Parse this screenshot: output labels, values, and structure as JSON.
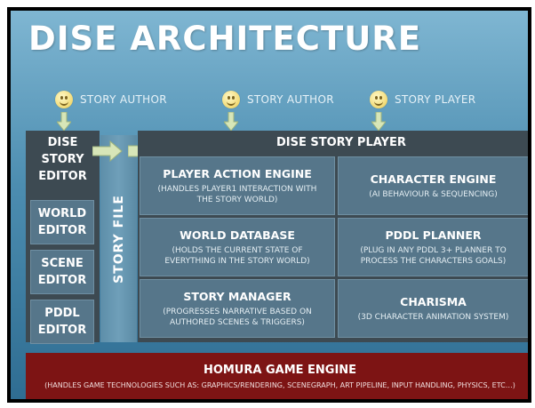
{
  "title": "DISE ARCHITECTURE",
  "actors": [
    {
      "label": "STORY AUTHOR",
      "icon": "smiley-face-icon"
    },
    {
      "label": "STORY AUTHOR",
      "icon": "smiley-face-icon"
    },
    {
      "label": "STORY PLAYER",
      "icon": "smiley-face-icon"
    }
  ],
  "editor": {
    "title": "DISE\nSTORY\nEDITOR",
    "items": [
      "WORLD\nEDITOR",
      "SCENE\nEDITOR",
      "PDDL\nEDITOR"
    ]
  },
  "story_file": "STORY FILE",
  "player": {
    "title": "DISE STORY PLAYER",
    "components": [
      {
        "name": "PLAYER ACTION ENGINE",
        "desc": "(HANDLES PLAYER1 INTERACTION WITH\nTHE STORY WORLD)"
      },
      {
        "name": "CHARACTER ENGINE",
        "desc": "(AI BEHAVIOUR & SEQUENCING)"
      },
      {
        "name": "WORLD DATABASE",
        "desc": "(HOLDS THE CURRENT STATE OF\nEVERYTHING IN THE STORY WORLD)"
      },
      {
        "name": "PDDL PLANNER",
        "desc": "(PLUG IN ANY PDDL 3+ PLANNER TO\nPROCESS THE CHARACTERS GOALS)"
      },
      {
        "name": "STORY MANAGER",
        "desc": "(PROGRESSES NARRATIVE BASED ON\nAUTHORED SCENES & TRIGGERS)"
      },
      {
        "name": "CHARISMA",
        "desc": "(3D CHARACTER ANIMATION SYSTEM)"
      }
    ]
  },
  "engine": {
    "name": "HOMURA GAME ENGINE",
    "desc": "(HANDLES GAME TECHNOLOGIES  SUCH AS: GRAPHICS/RENDERING,  SCENEGRAPH, ART PIPELINE, INPUT HANDLING, PHYSICS, ETC…)"
  },
  "colors": {
    "background_top": "#7fb6d2",
    "background_bottom": "#2f6d92",
    "dark_panel": "#3d4a52",
    "component_box": "#56768a",
    "engine_bar": "#7d1414",
    "arrow": "#d7e6b8"
  }
}
